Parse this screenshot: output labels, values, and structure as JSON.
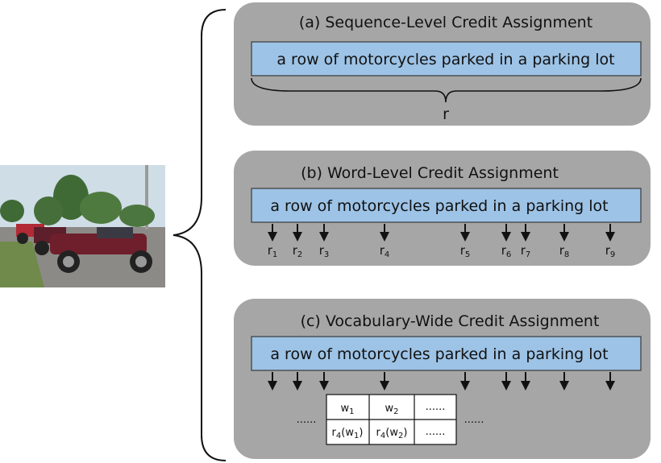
{
  "panels": [
    {
      "title": "(a) Sequence-Level Credit Assignment",
      "caption": "a row of motorcycles parked in a parking lot",
      "reward": "r"
    },
    {
      "title": "(b) Word-Level Credit Assignment",
      "caption": "a row of motorcycles parked in a parking lot",
      "rewards": [
        {
          "base": "r",
          "sub": "1"
        },
        {
          "base": "r",
          "sub": "2"
        },
        {
          "base": "r",
          "sub": "3"
        },
        {
          "base": "r",
          "sub": "4"
        },
        {
          "base": "r",
          "sub": "5"
        },
        {
          "base": "r",
          "sub": "6"
        },
        {
          "base": "r",
          "sub": "7"
        },
        {
          "base": "r",
          "sub": "8"
        },
        {
          "base": "r",
          "sub": "9"
        }
      ]
    },
    {
      "title": "(c) Vocabulary-Wide Credit Assignment",
      "caption": "a row of motorcycles parked in a parking lot",
      "table": {
        "left_dots": "......",
        "right_dots": "......",
        "header": [
          {
            "base": "w",
            "sub": "1"
          },
          {
            "base": "w",
            "sub": "2"
          },
          {
            "text": "......"
          }
        ],
        "row": [
          {
            "base": "r",
            "sub": "4",
            "arg_base": "w",
            "arg_sub": "1"
          },
          {
            "base": "r",
            "sub": "4",
            "arg_base": "w",
            "arg_sub": "2"
          },
          {
            "text": "......"
          }
        ]
      }
    }
  ],
  "colors": {
    "panel_fill": "#a6a6a6",
    "caption_fill": "#9dc3e6",
    "sky": "#cfdde6",
    "ground": "#8c8a86",
    "motorcycle": "#6e1f2b"
  }
}
